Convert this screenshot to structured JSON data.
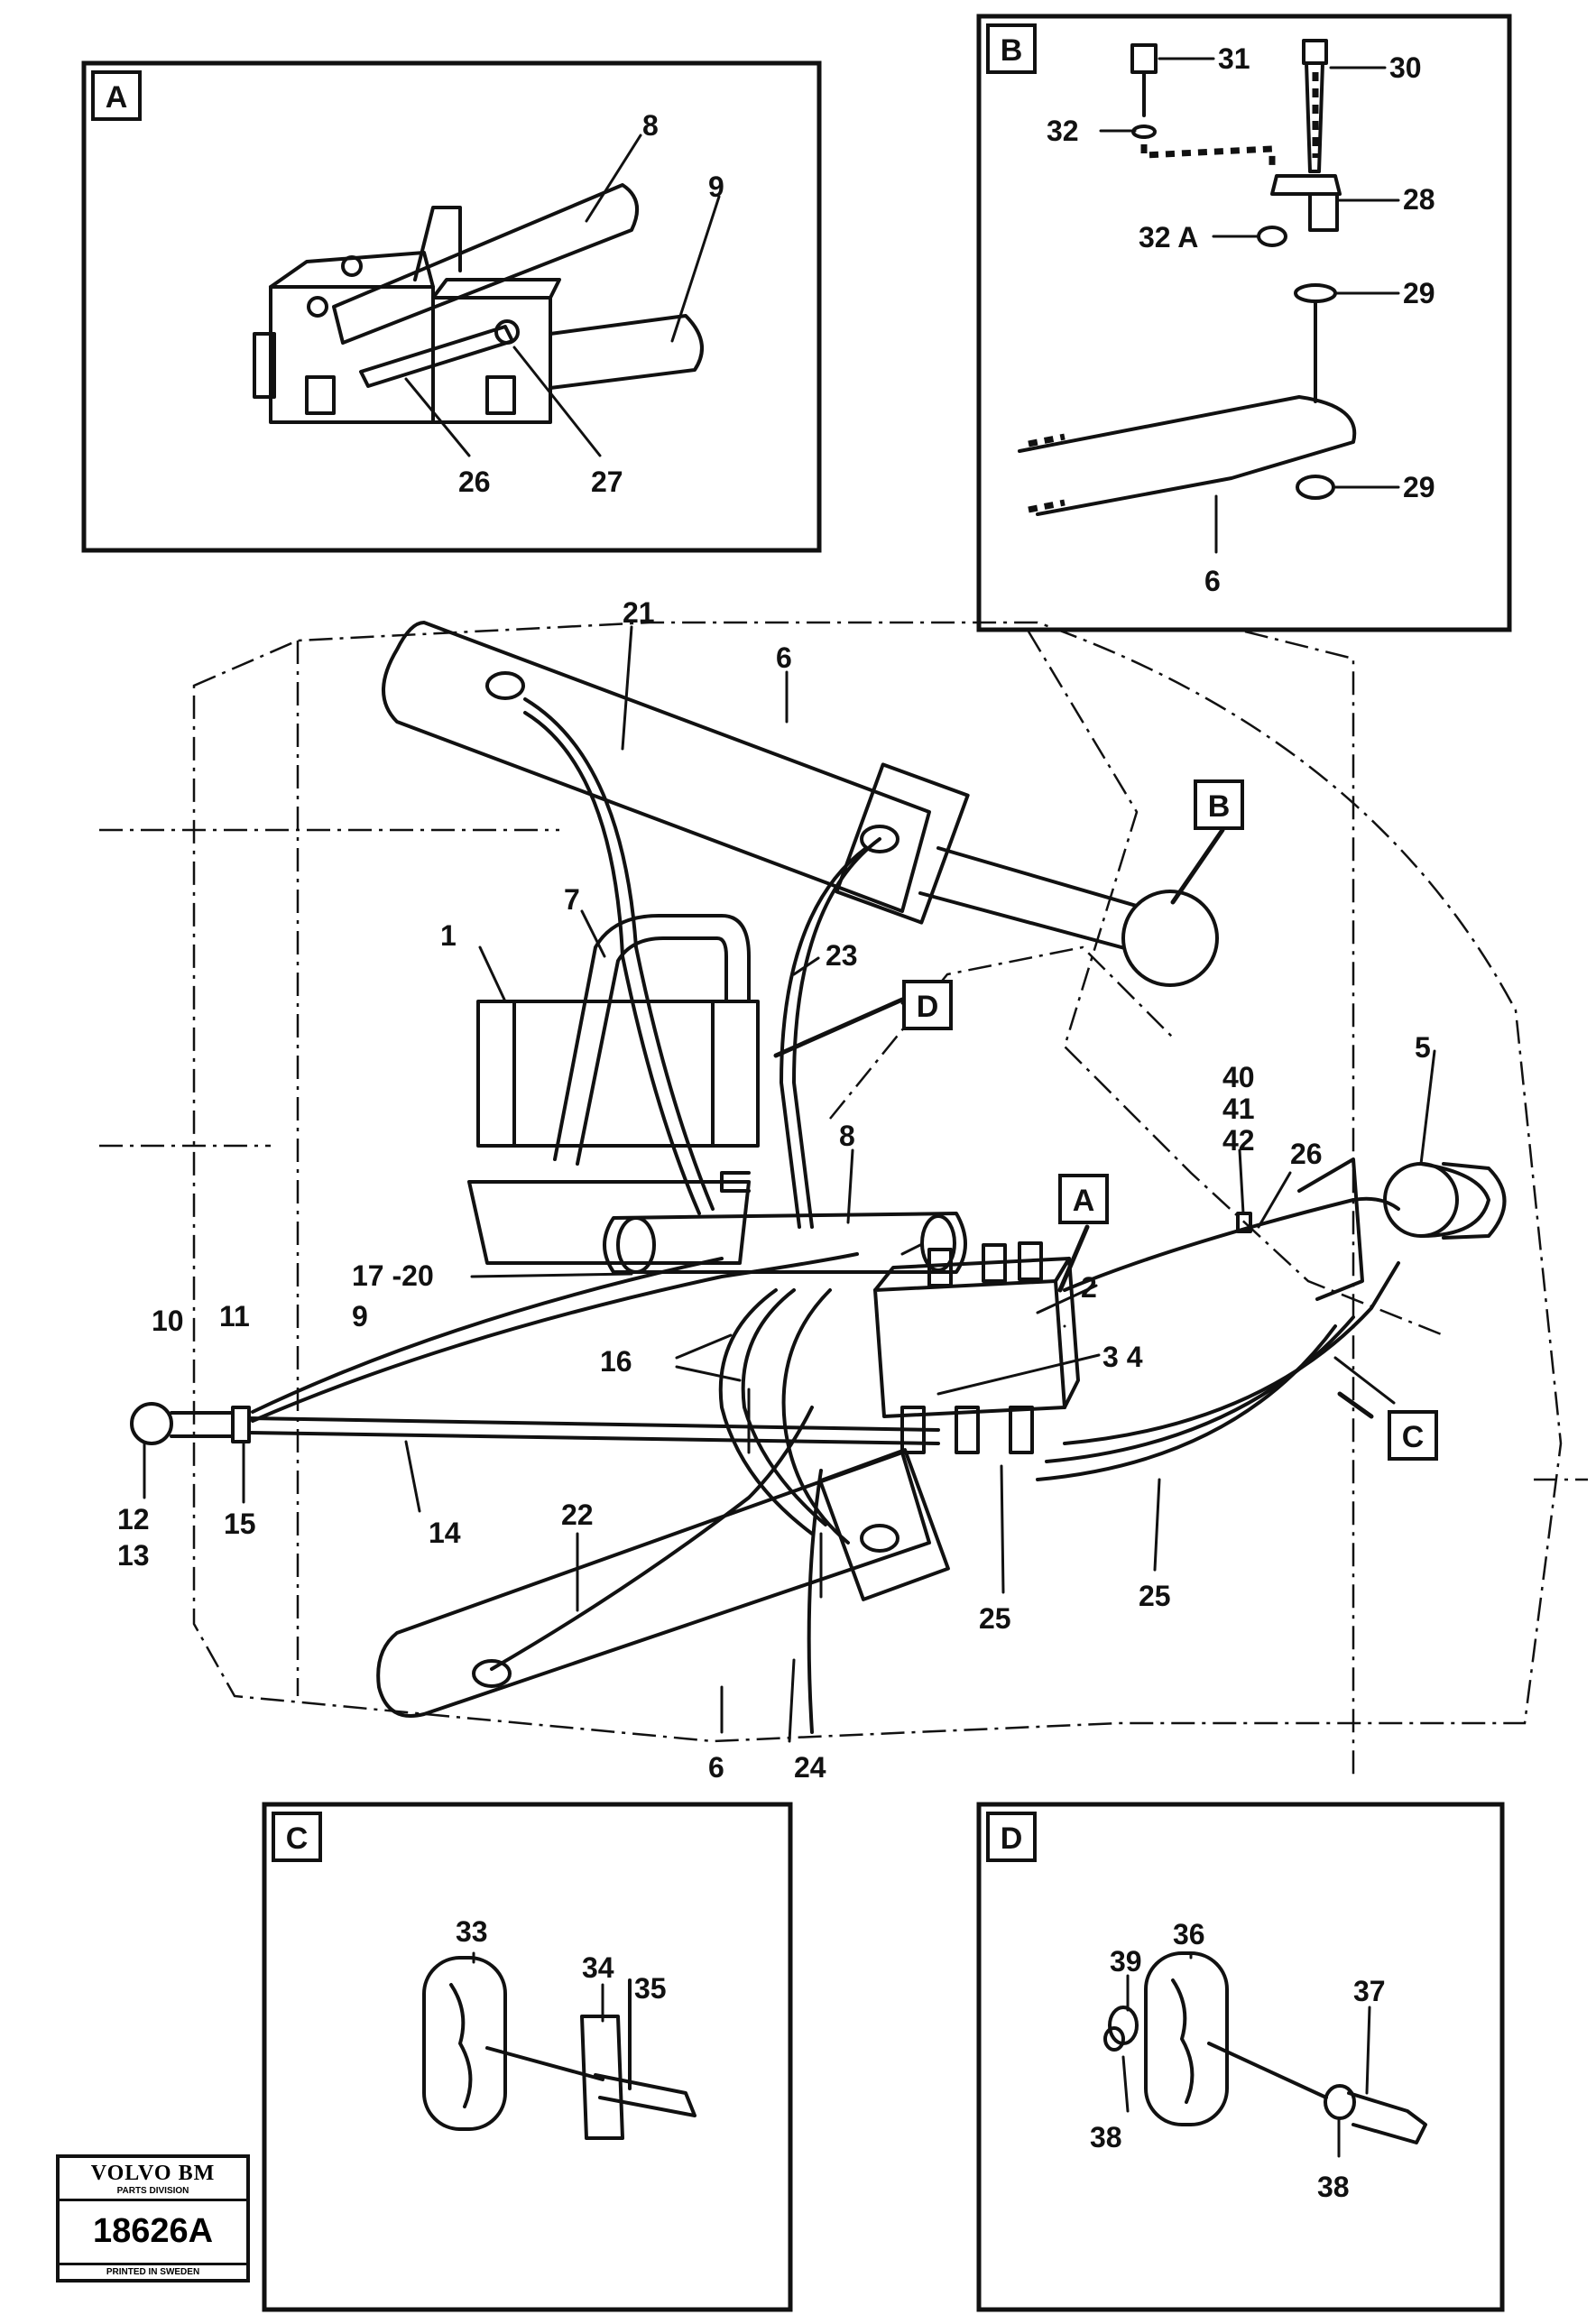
{
  "detail_boxes": {
    "A": "A",
    "B": "B",
    "C": "C",
    "D": "D"
  },
  "callouts": {
    "a": "A",
    "b": "B",
    "c": "C",
    "d": "D"
  },
  "labels": {
    "n1": "1",
    "n2": "2",
    "n3_4": "3 4",
    "n5": "5",
    "n6_top": "6",
    "n6_bottom": "6",
    "n6_b": "6",
    "n7": "7",
    "n8_a": "8",
    "n8_main": "8",
    "n9_a": "9",
    "n9_main": "9",
    "n10": "10",
    "n11": "11",
    "n12": "12",
    "n13": "13",
    "n14": "14",
    "n15": "15",
    "n16": "16",
    "n17_20": "17 -20",
    "n21": "21",
    "n22": "22",
    "n23": "23",
    "n24": "24",
    "n25_a": "25",
    "n25_b": "25",
    "n26_a": "26",
    "n26_main": "26",
    "n27": "27",
    "n28": "28",
    "n29_a": "29",
    "n29_b": "29",
    "n30": "30",
    "n31": "31",
    "n32": "32",
    "n32a": "32 A",
    "n33": "33",
    "n34": "34",
    "n35": "35",
    "n36": "36",
    "n37": "37",
    "n38_a": "38",
    "n38_b": "38",
    "n39": "39",
    "n40": "40",
    "n41": "41",
    "n42": "42"
  },
  "logo": {
    "brand": "VOLVO BM",
    "division": "PARTS DIVISION",
    "code": "18626A",
    "printed": "PRINTED IN SWEDEN"
  }
}
